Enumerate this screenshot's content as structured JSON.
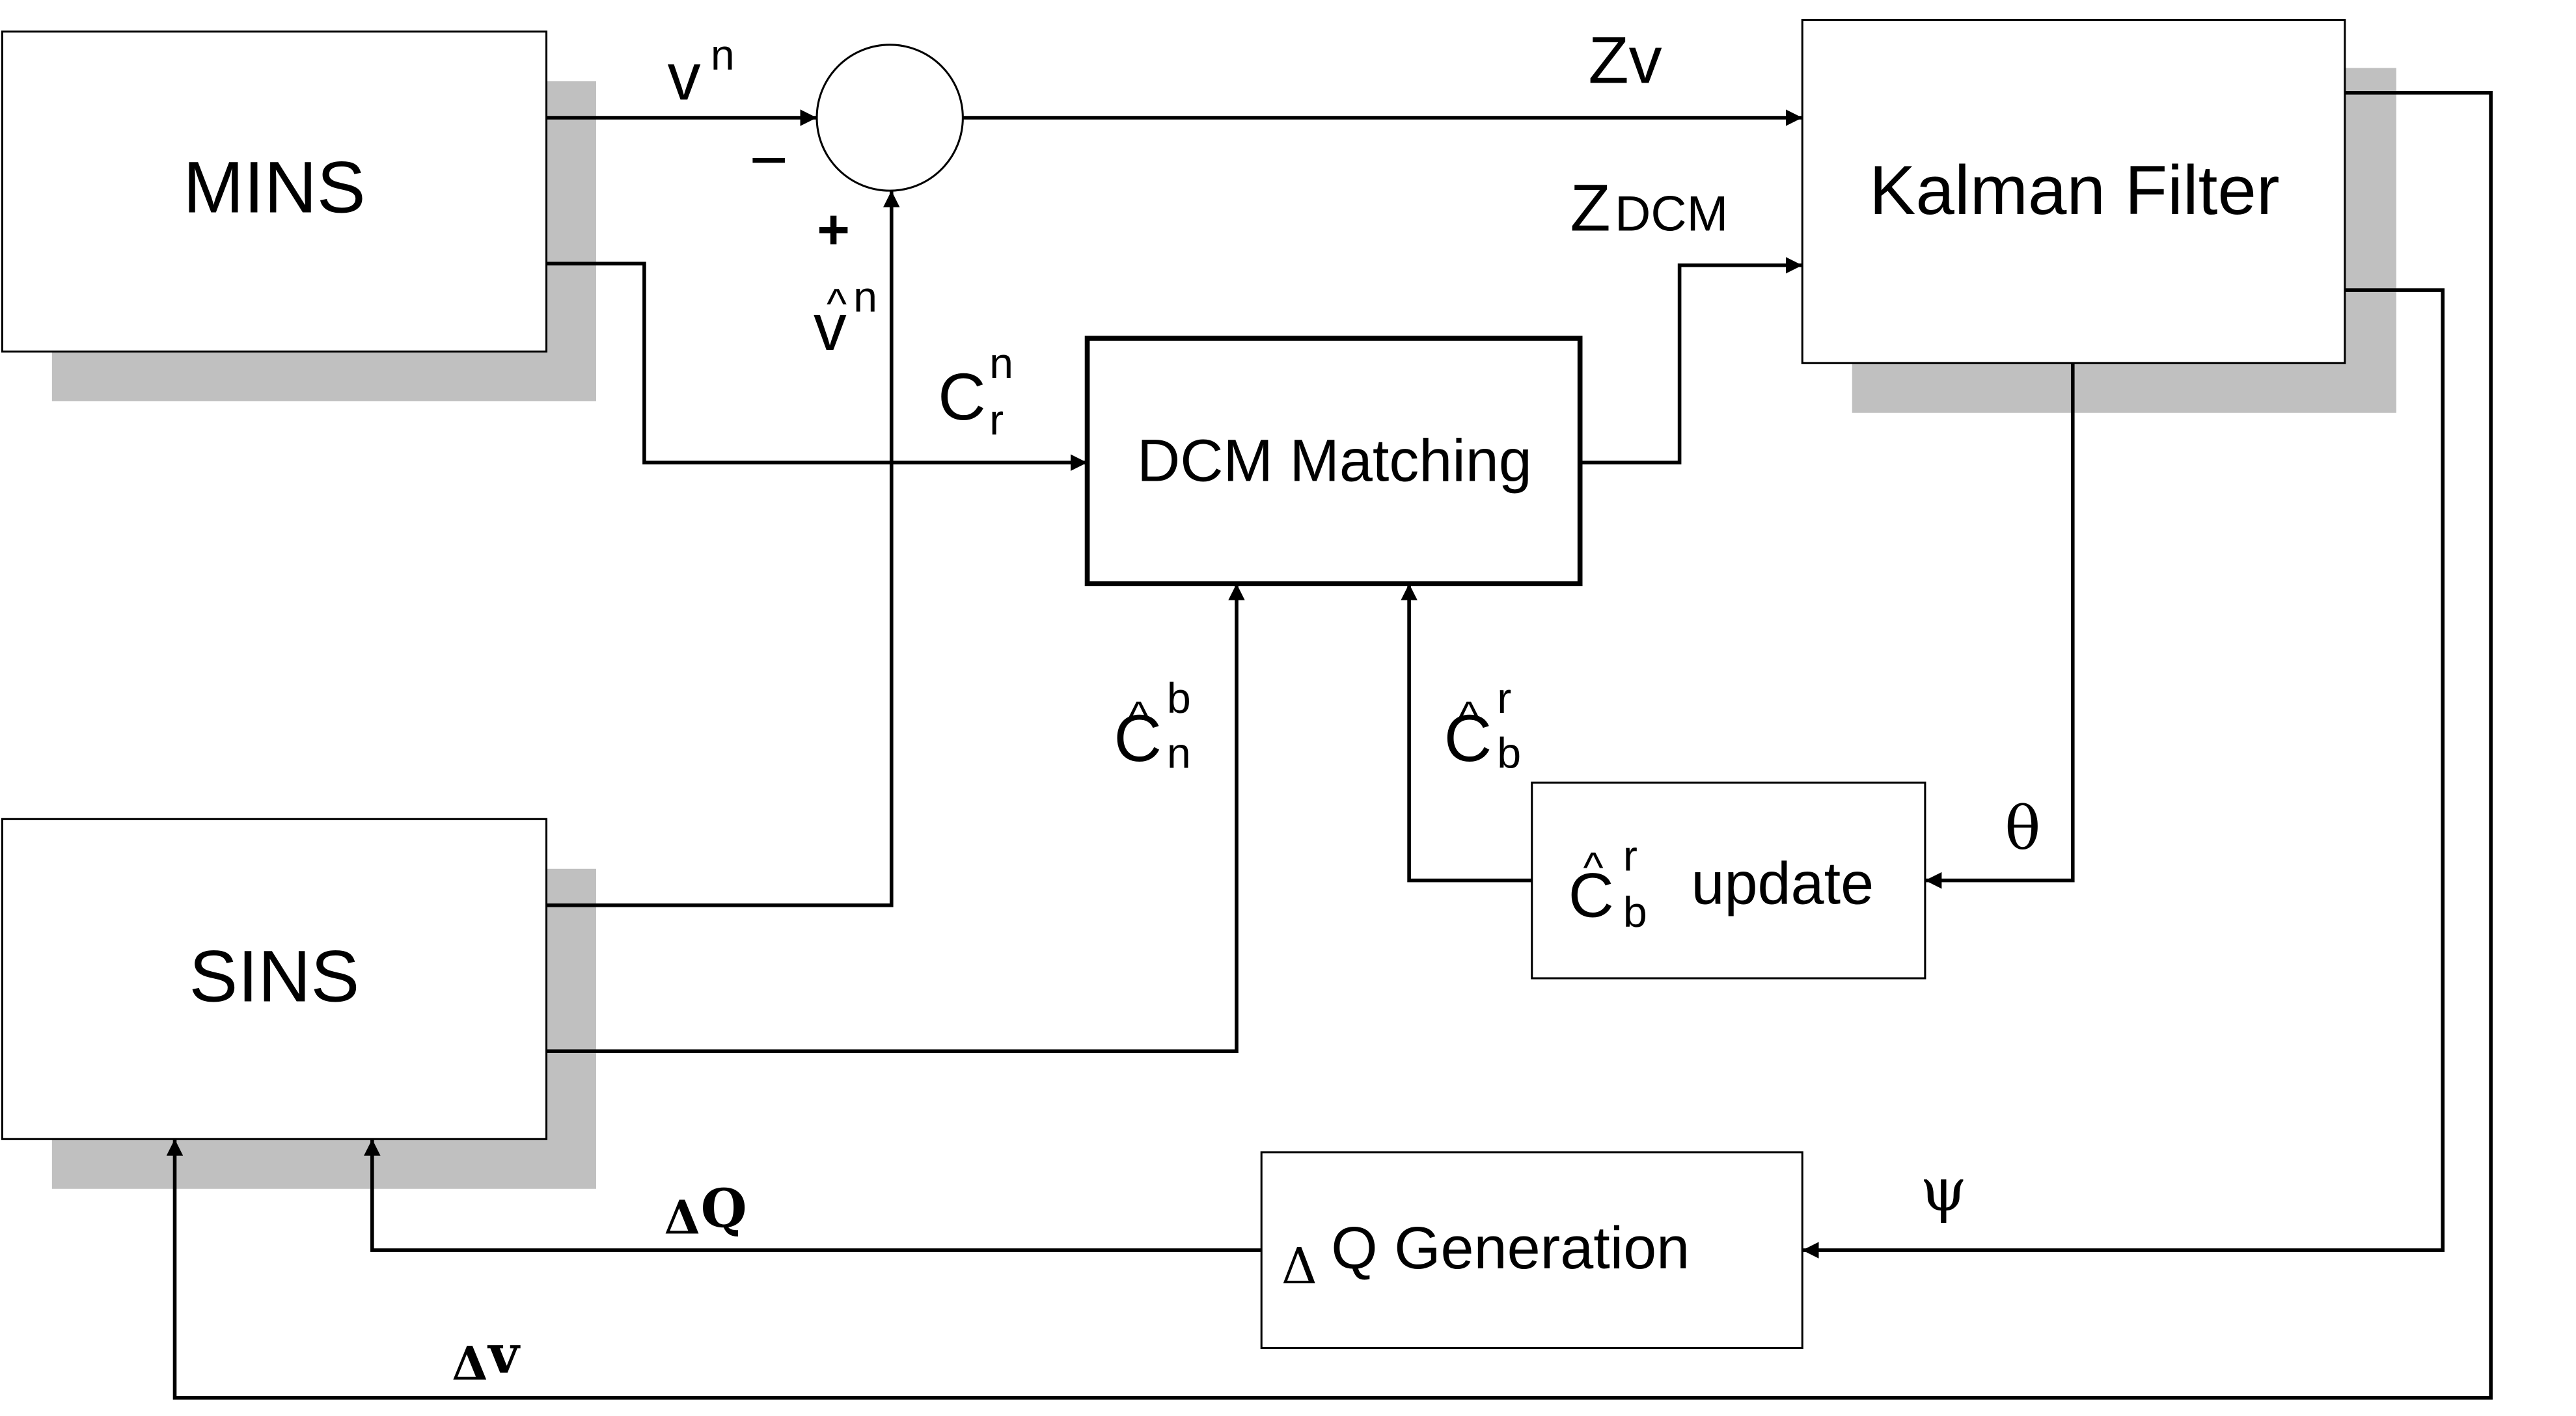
{
  "blocks": {
    "mins": "MINS",
    "sins": "SINS",
    "kalman": "Kalman Filter",
    "dcm": "DCM Matching",
    "cb_update": {
      "base": "C",
      "hat": "^",
      "sup": "r",
      "sub": "b",
      "label": "update"
    },
    "dq_gen": {
      "delta": "Δ",
      "label": "Q Generation"
    }
  },
  "signals": {
    "vn": {
      "base": "v",
      "sup": "n"
    },
    "vhat_n": {
      "base": "v",
      "hat": "^",
      "sup": "n"
    },
    "minus": "−",
    "plus": "+",
    "zv": "Zv",
    "zdcm": {
      "base": "Z",
      "sub": "DCM"
    },
    "crn": {
      "base": "C",
      "sup": "n",
      "sub": "r"
    },
    "chat_nb": {
      "base": "C",
      "hat": "^",
      "sup": "b",
      "sub": "n"
    },
    "chat_br": {
      "base": "C",
      "hat": "^",
      "sup": "r",
      "sub": "b"
    },
    "theta": "θ",
    "psi": "ψ",
    "delta_q": {
      "delta": "Δ",
      "label": "Q"
    },
    "delta_v": {
      "delta": "Δ",
      "label": "v"
    }
  },
  "colors": {
    "line": "#000000",
    "shadow": "#c0c0c0",
    "box": "#ffffff"
  }
}
